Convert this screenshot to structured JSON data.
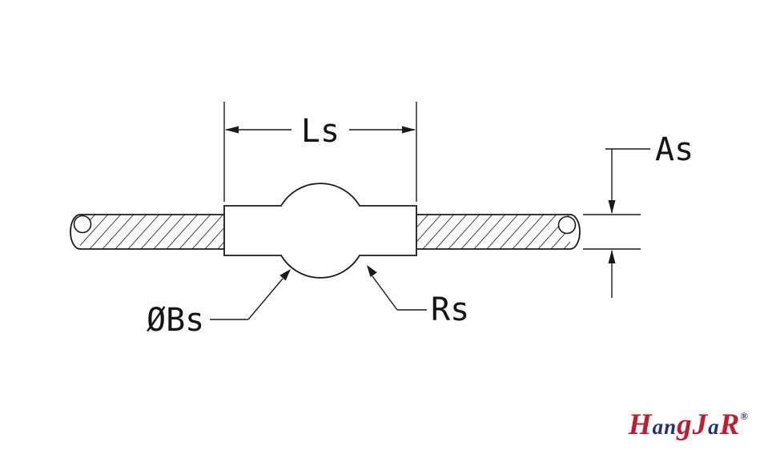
{
  "drawing": {
    "labels": {
      "length": "Ls",
      "height": "As",
      "ball_diameter": "ØBs",
      "radius": "Rs"
    },
    "colors": {
      "line": "#1a1a1a",
      "background": "#ffffff",
      "logo_red": "#bf1e2e",
      "logo_blue": "#21317e"
    }
  },
  "logo": {
    "registered": "®",
    "registered_color": "#21317e",
    "letters": [
      {
        "ch": "H",
        "color": "#bf1e2e"
      },
      {
        "ch": "a",
        "color": "#21317e"
      },
      {
        "ch": "n",
        "color": "#21317e"
      },
      {
        "ch": "g",
        "color": "#bf1e2e"
      },
      {
        "ch": "J",
        "color": "#bf1e2e"
      },
      {
        "ch": "a",
        "color": "#21317e"
      },
      {
        "ch": "R",
        "color": "#bf1e2e"
      }
    ]
  }
}
